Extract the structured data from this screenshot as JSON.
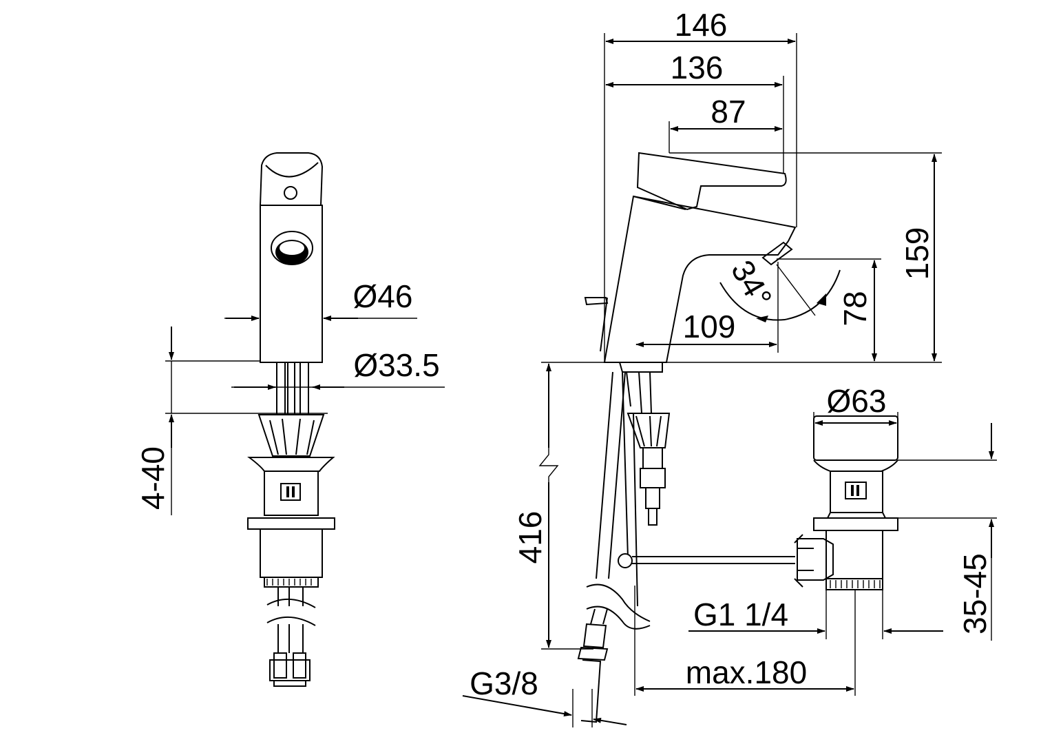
{
  "dimensions": {
    "width_146": "146",
    "width_136": "136",
    "width_87": "87",
    "height_159": "159",
    "angle_34": "34°",
    "height_78": "78",
    "reach_109": "109",
    "dia_46": "Ø46",
    "dia_33_5": "Ø33.5",
    "deck_4_40": "4-40",
    "hose_416": "416",
    "dia_63": "Ø63",
    "thread_g1_1_4": "G1 1/4",
    "basin_35_45": "35-45",
    "max_180": "max.180",
    "thread_g3_8": "G3/8"
  }
}
